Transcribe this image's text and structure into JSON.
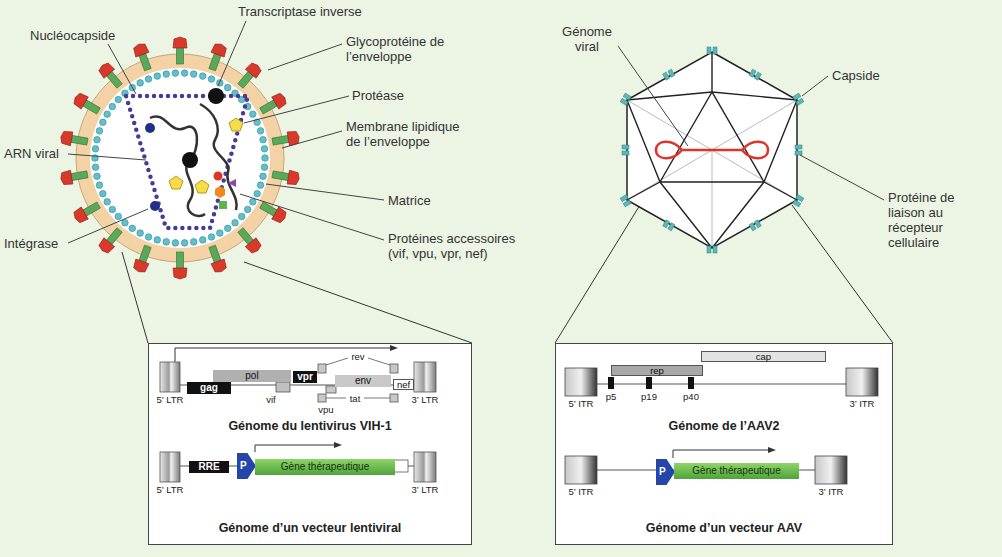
{
  "diagram": {
    "nodes": [
      {
        "text": [
          "Génome du lentivirus VIH-1",
          "Génome d’un vecteur lentiviral"
        ]
      },
      {
        "text": [
          "gag"
        ],
        "in": 0
      },
      {
        "text": [
          "pol"
        ],
        "in": 0
      },
      {
        "text": [
          "vpr"
        ],
        "in": 0
      },
      {
        "text": [
          "env"
        ],
        "in": 0
      },
      {
        "text": [
          "nef"
        ],
        "in": 0
      },
      {
        "text": [
          "RRE"
        ],
        "in": 0
      },
      {
        "text": [
          "P"
        ],
        "in": 0
      },
      {
        "text": [
          "Gène thérapeutique"
        ],
        "in": 0
      },
      {
        "text": [
          "Génome de l’AAV2",
          "Génome d’un vecteur AAV"
        ]
      },
      {
        "text": [
          "cap"
        ],
        "in": 9
      },
      {
        "text": [
          "rep"
        ],
        "in": 9
      },
      {
        "text": [
          "P"
        ],
        "in": 9
      },
      {
        "text": [
          "Gène thérapeutique"
        ],
        "in": 9
      }
    ],
    "labels": [
      "Transcriptase inverse",
      "Nucléocapside",
      "Glycoprotéine de l’enveloppe",
      "Protéase",
      "Membrane lipidique de l’enveloppe",
      "ARN viral",
      "Matrice",
      "Intégrase",
      "Protéines accessoires (vif, vpu, vpr, nef)",
      "Génome viral",
      "Capside",
      "Protéine de liaison au récepteur cellulaire",
      "rev",
      "5’ LTR",
      "vif",
      "vpu",
      "tat",
      "3’ LTR",
      "5’ LTR",
      "3’ LTR",
      "5’ ITR",
      "p5",
      "p19",
      "p40",
      "3’ ITR",
      "5’ ITR",
      "3’ ITR"
    ]
  }
}
